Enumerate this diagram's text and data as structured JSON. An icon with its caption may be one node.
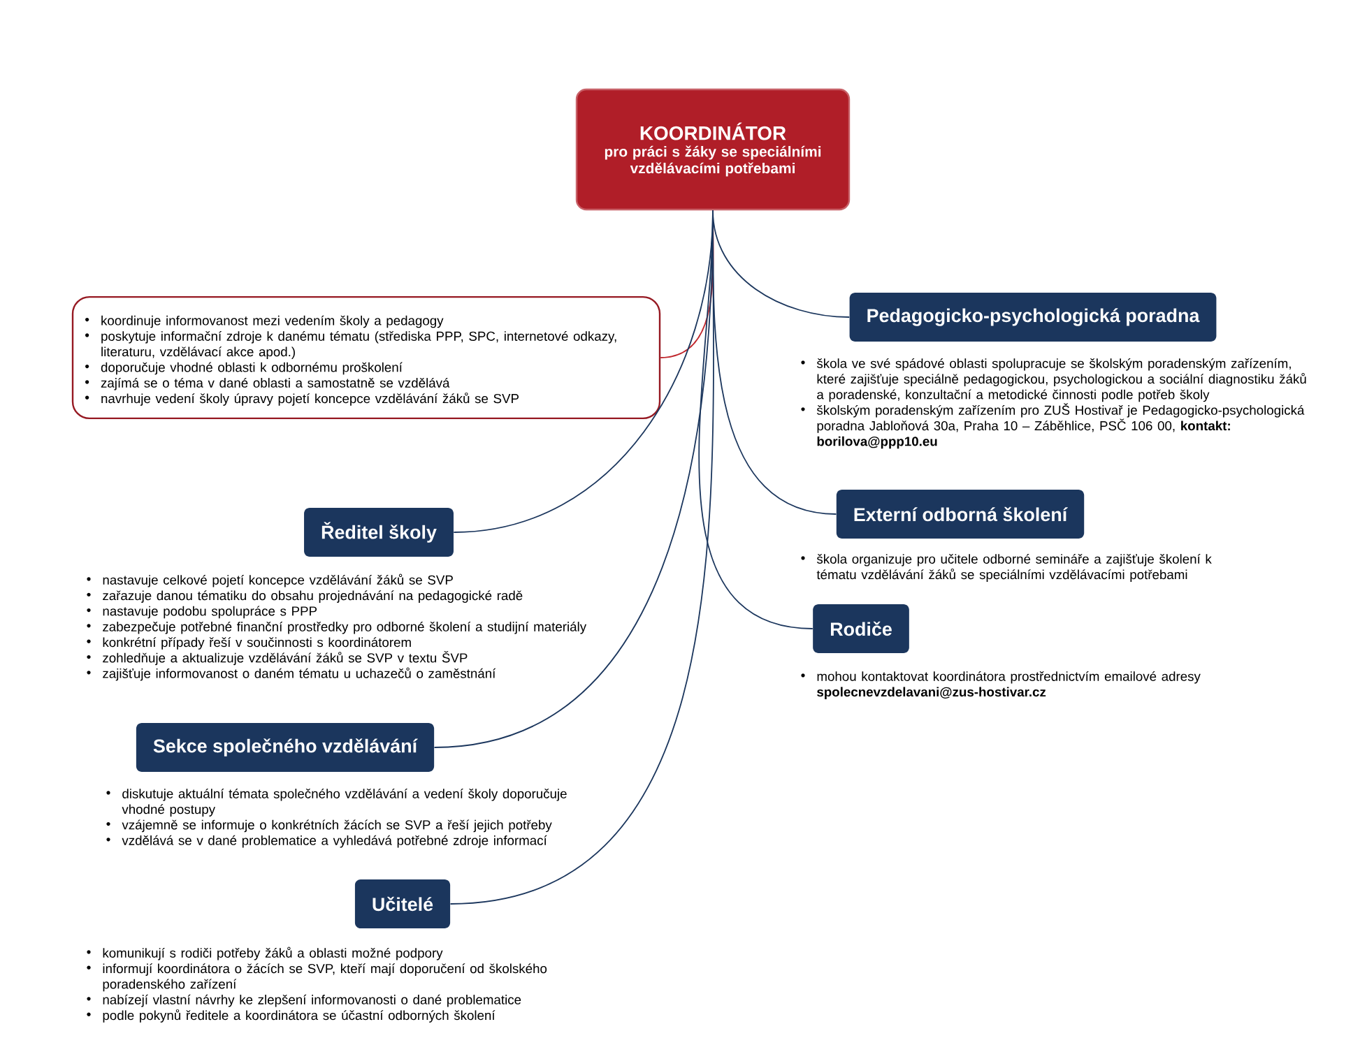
{
  "diagram": {
    "nodes": [
      {
        "text": [
          "KOORDINÁTOR",
          "pro práci s žáky se speciálními vzdělávacími potřebami"
        ]
      },
      {
        "text": [
          "koordinuje informovanost mezi vedením školy a pedagogy",
          "poskytuje informační zdroje k danému tématu (střediska PPP, SPC, internetové odkazy, literaturu, vzdělávací akce apod.)",
          "doporučuje vhodné oblasti k odbornému proškolení",
          "zajímá se o téma v dané oblasti a samostatně se vzdělává",
          "navrhuje vedení školy úpravy pojetí koncepce vzdělávání žáků se SVP"
        ]
      },
      {
        "text": [
          "Pedagogicko-psychologická poradna"
        ],
        "beside": [
          "škola ve své spádové oblasti spolupracuje se školským poradenským zařízením, které zajišťuje speciálně pedagogickou, psychologickou a sociální diagnostiku žáků a poradenské, konzultační a metodické činnosti podle potřeb školy",
          "školským poradenským zařízením pro ZUŠ Hostivař je Pedagogicko-psychologická poradna Jabloňová 30a, Praha 10 – Záběhlice, PSČ 106 00, **kontakt: borilova@ppp10.eu**"
        ]
      },
      {
        "text": [
          "Externí odborná školení"
        ],
        "beside": [
          "škola organizuje pro učitele odborné semináře a zajišťuje školení k tématu vzdělávání žáků se speciálními vzdělávacími potřebami"
        ]
      },
      {
        "text": [
          "Rodiče"
        ],
        "beside": [
          "mohou kontaktovat koordinátora prostřednictvím emailové adresy **spolecnevzdelavani@zus-hostivar.cz**"
        ]
      },
      {
        "text": [
          "Ředitel školy"
        ],
        "beside": [
          "nastavuje celkové pojetí koncepce vzdělávání žáků se SVP",
          "zařazuje danou tématiku do obsahu projednávání na pedagogické radě",
          "nastavuje podobu spolupráce s PPP",
          "zabezpečuje potřebné finanční prostředky pro odborné školení a studijní materiály",
          "konkrétní případy řeší v součinnosti s koordinátorem",
          "zohledňuje a aktualizuje vzdělávání žáků se SVP v textu ŠVP",
          "zajišťuje informovanost o daném tématu u uchazečů o zaměstnání"
        ]
      },
      {
        "text": [
          "Sekce společného vzdělávání"
        ],
        "beside": [
          "diskutuje aktuální témata společného vzdělávání a vedení školy doporučuje vhodné postupy",
          "vzájemně se informuje o konkrétních žácích se SVP a řeší jejich potřeby",
          "vzdělává se v dané problematice a vyhledává potřebné zdroje informací"
        ]
      },
      {
        "text": [
          "Učitelé"
        ],
        "beside": [
          "komunikují s rodiči potřeby žáků a oblasti možné podpory",
          "informují koordinátora o žácích se SVP, kteří mají doporučení od školského poradenského zařízení",
          "nabízejí vlastní návrhy ke zlepšení informovanosti o dané problematice",
          "podle pokynů ředitele a koordinátora se účastní odborných školení"
        ]
      }
    ],
    "edges": [
      {
        "from": 0,
        "to": 1,
        "arrow": "none",
        "color": "#c0272d"
      },
      {
        "from": 0,
        "to": 2,
        "arrow": "none"
      },
      {
        "from": 0,
        "to": 3,
        "arrow": "none"
      },
      {
        "from": 0,
        "to": 4,
        "arrow": "none"
      },
      {
        "from": 0,
        "to": 5,
        "arrow": "none"
      },
      {
        "from": 0,
        "to": 6,
        "arrow": "none"
      },
      {
        "from": 0,
        "to": 7,
        "arrow": "none"
      }
    ]
  }
}
